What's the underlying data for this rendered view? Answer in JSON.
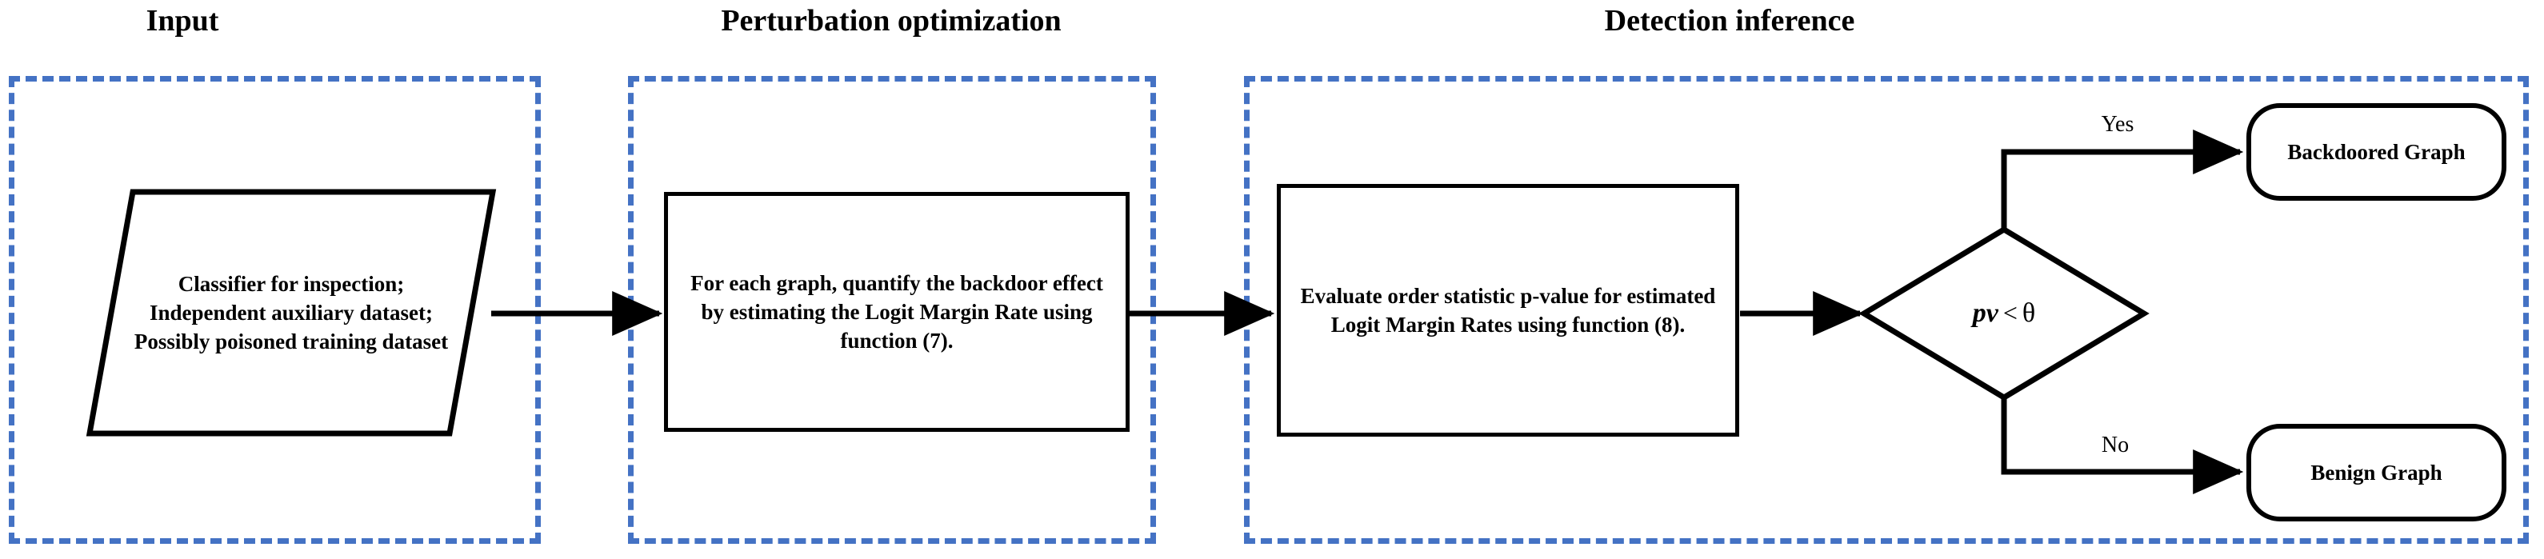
{
  "figure": {
    "kind": "flowchart",
    "accent_blue": "#4472C4",
    "stroke_black": "#000000",
    "background": "#FFFFFF"
  },
  "stages": [
    {
      "id": "input",
      "title": "Input"
    },
    {
      "id": "perturbation",
      "title": "Perturbation optimization"
    },
    {
      "id": "detection",
      "title": "Detection inference"
    }
  ],
  "nodes": {
    "input_data": {
      "shape": "parallelogram",
      "line1": "Classifier for inspection;",
      "line2": "Independent auxiliary dataset;",
      "line3": "Possibly poisoned training dataset"
    },
    "quantify_backdoor": {
      "shape": "process",
      "text": "For each graph, quantify the backdoor effect by estimating the Logit Margin Rate using function (7)."
    },
    "evaluate_pvalue": {
      "shape": "process",
      "text": "Evaluate order statistic p-value for estimated Logit Margin Rates using function (8)."
    },
    "decision": {
      "shape": "diamond",
      "variable": "pv",
      "operator": "<",
      "threshold": "θ"
    },
    "backdoored_graph": {
      "shape": "terminal",
      "text": "Backdoored Graph"
    },
    "benign_graph": {
      "shape": "terminal",
      "text": "Benign Graph"
    }
  },
  "edge_labels": {
    "yes": "Yes",
    "no": "No"
  }
}
